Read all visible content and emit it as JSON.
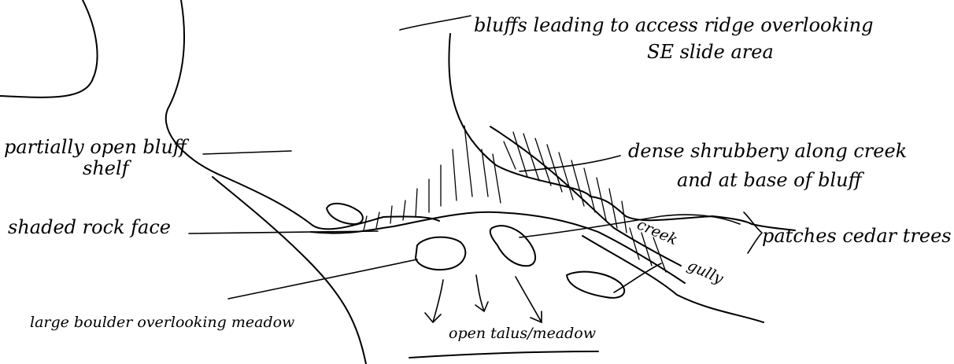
{
  "labels": {
    "bluffs_line1": "bluffs leading to access ridge overlooking",
    "bluffs_line2": "SE slide area",
    "bluff_shelf_line1": "partially open bluff",
    "bluff_shelf_line2": "shelf",
    "shrubbery_line1": "dense shrubbery along creek",
    "shrubbery_line2": "and at base of bluff",
    "shaded_rock": "shaded rock face",
    "creek": "creek",
    "gully": "gully",
    "cedar": "patches cedar trees",
    "boulder": "large boulder overlooking meadow",
    "talus": "open talus/meadow"
  },
  "colors": {
    "ink": "#000000",
    "paper": "#ffffff"
  }
}
